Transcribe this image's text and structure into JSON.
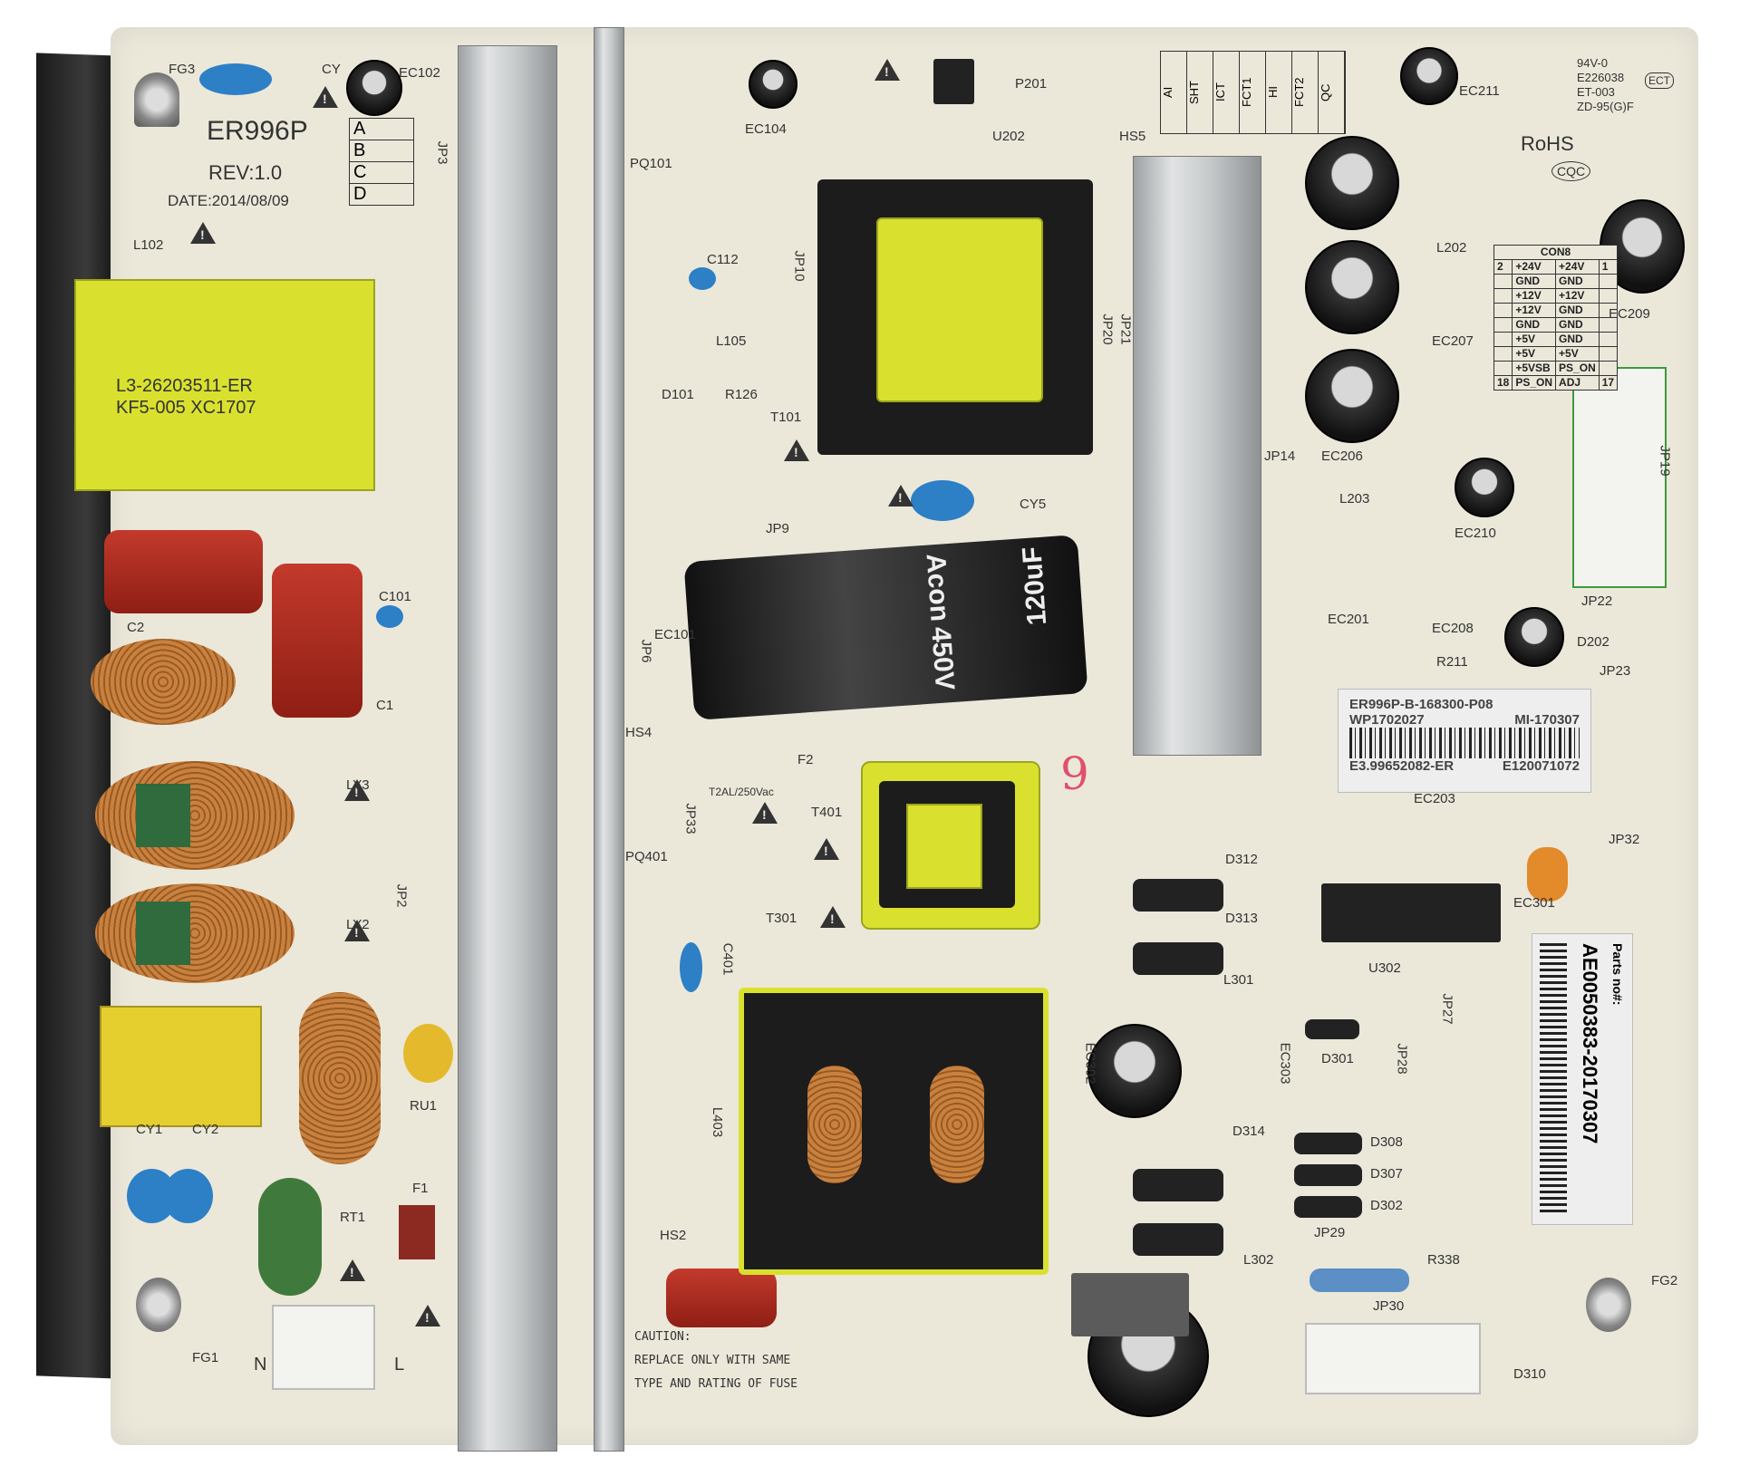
{
  "board": {
    "model": "ER996P",
    "revision": "REV:1.0",
    "date": "DATE:2014/08/09",
    "rev_table": [
      "A",
      "B",
      "C",
      "D"
    ],
    "test_table": [
      "AI",
      "SHT",
      "ICT",
      "FCT1",
      "HI",
      "FCT2",
      "QC"
    ],
    "cert": [
      "94V-0",
      "E226038",
      "ET-003",
      "ZD-95(G)F"
    ],
    "rohs": "RoHS",
    "cqc": "CQC",
    "ect": "ECT",
    "caution": [
      "CAUTION:",
      "REPLACE ONLY WITH SAME",
      "TYPE AND RATING OF FUSE"
    ],
    "fuse_rating": "T2AL/250Vac",
    "handwritten": "9"
  },
  "transformer_label": [
    "L3-26203511-ER",
    "KF5-005 XC1707"
  ],
  "bulk_cap": {
    "brand": "Acon",
    "voltage": "450V",
    "capacitance": "120uF"
  },
  "con8": {
    "title": "CON8",
    "pins": [
      "2",
      "1",
      "18",
      "17"
    ],
    "left": [
      "+24V",
      "GND",
      "+12V",
      "+12V",
      "GND",
      "+5V",
      "+5V",
      "+5VSB",
      "PS_ON"
    ],
    "right": [
      "+24V",
      "GND",
      "+12V",
      "GND",
      "GND",
      "GND",
      "+5V",
      "PS_ON",
      "ADJ"
    ]
  },
  "sticker": {
    "line1": "ER996P-B-168300-P08",
    "line2a": "WP1702027",
    "line2b": "MI-170307",
    "line3a": "E3.99652082-ER",
    "line3b": "E120071072"
  },
  "parts_sticker": {
    "title": "Parts no#:",
    "number": "AE0050383-20170307"
  },
  "labels": [
    "FG3",
    "CY",
    "EC102",
    "L102",
    "C101",
    "C2",
    "C1",
    "LY3",
    "LY2",
    "CY1",
    "CY2",
    "RU1",
    "RT1",
    "F1",
    "FG1",
    "N",
    "L",
    "EC104",
    "P201",
    "U202",
    "PQ101",
    "C112",
    "L105",
    "D101",
    "R126",
    "T101",
    "CY5",
    "JP9",
    "JP10",
    "JP20",
    "JP21",
    "HS4",
    "F2",
    "JP33",
    "T401",
    "PQ401",
    "T301",
    "C401",
    "L403",
    "HS2",
    "HS5",
    "EC211",
    "L202",
    "EC209",
    "EC207",
    "EC206",
    "JP14",
    "EC201",
    "L203",
    "EC210",
    "JP19",
    "JP22",
    "EC208",
    "D202",
    "JP23",
    "R211",
    "EC203",
    "JP32",
    "D312",
    "D313",
    "L301",
    "U302",
    "EC301",
    "EC302",
    "EC303",
    "D301",
    "JP28",
    "JP27",
    "D314",
    "D308",
    "D307",
    "D302",
    "JP29",
    "L302",
    "R338",
    "JP30",
    "FG2",
    "D310",
    "JP6",
    "EC101",
    "JP3",
    "JP2"
  ],
  "colors": {
    "pcb": "#ebe8da",
    "heatsink": "#c6c9ca",
    "tape": "#d9e12e",
    "copper": "#c8813f",
    "x_cap": "#b32a1f",
    "y_cap": "#2d7fc6"
  }
}
